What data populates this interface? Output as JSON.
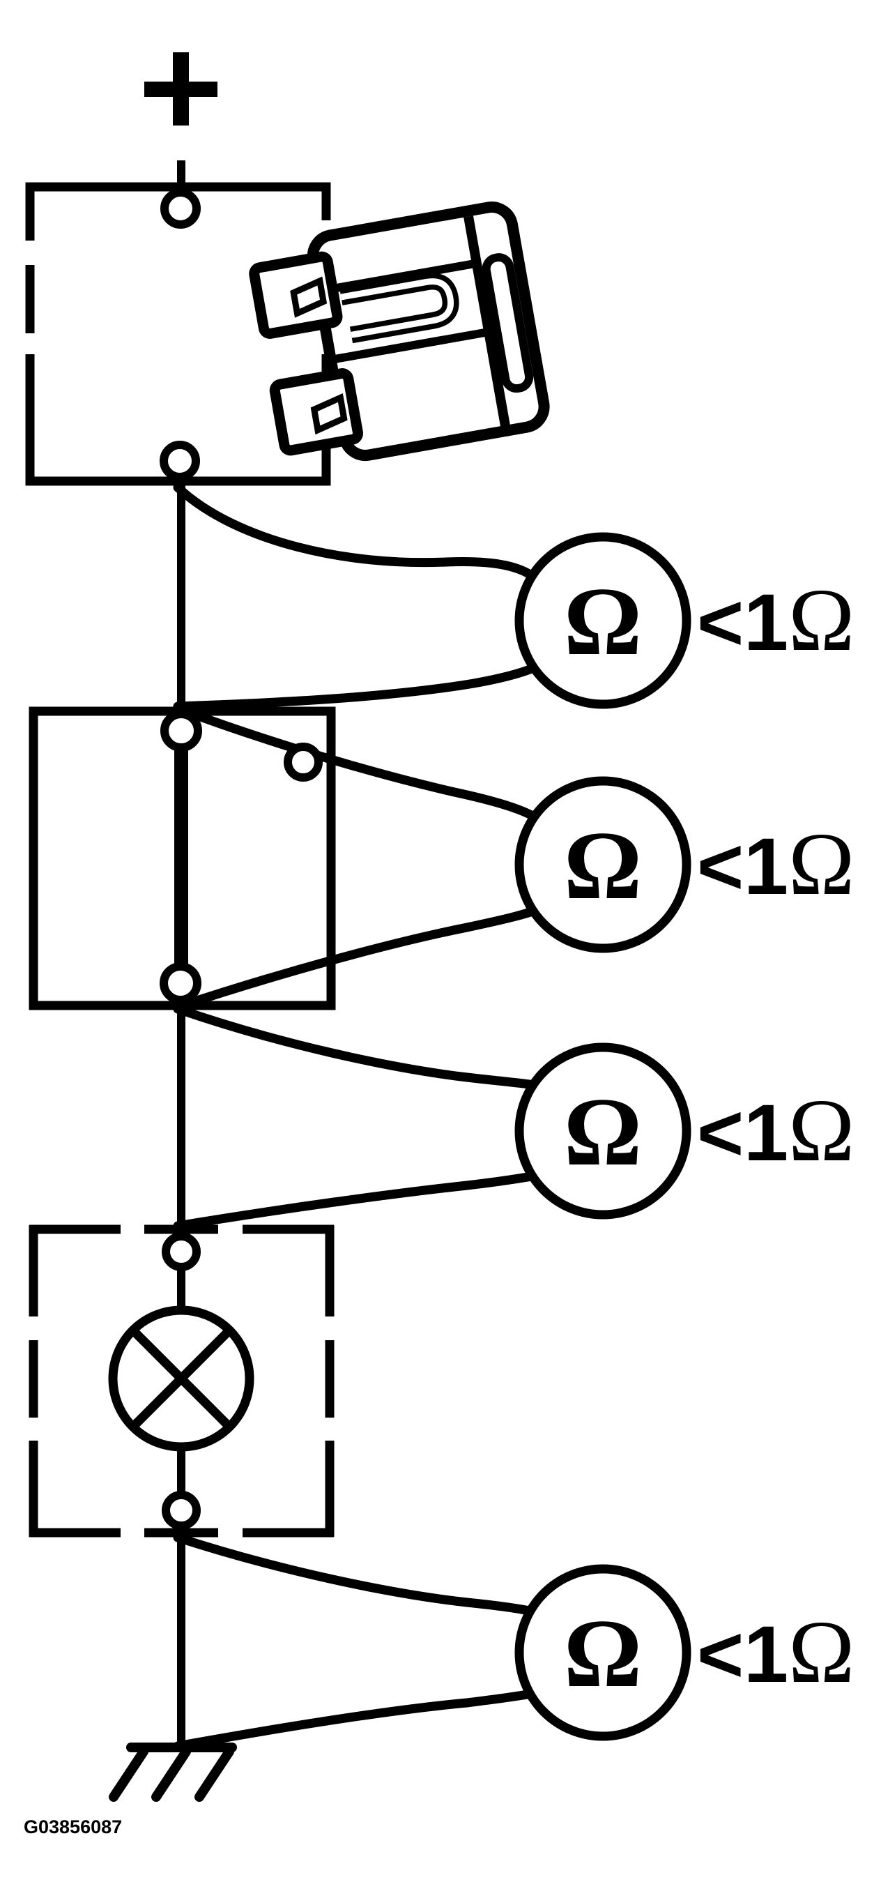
{
  "colors": {
    "ink": "#000000",
    "paper": "#ffffff"
  },
  "battery": {
    "symbol": "+"
  },
  "figure_id": "G03856087",
  "meters": [
    {
      "dial_symbol": "Ω",
      "reading": "<1Ω",
      "reading_prefix": "<1",
      "reading_omega": "Ω"
    },
    {
      "dial_symbol": "Ω",
      "reading": "<1Ω",
      "reading_prefix": "<1",
      "reading_omega": "Ω"
    },
    {
      "dial_symbol": "Ω",
      "reading": "<1Ω",
      "reading_prefix": "<1",
      "reading_omega": "Ω"
    },
    {
      "dial_symbol": "Ω",
      "reading": "<1Ω",
      "reading_prefix": "<1",
      "reading_omega": "Ω"
    }
  ]
}
